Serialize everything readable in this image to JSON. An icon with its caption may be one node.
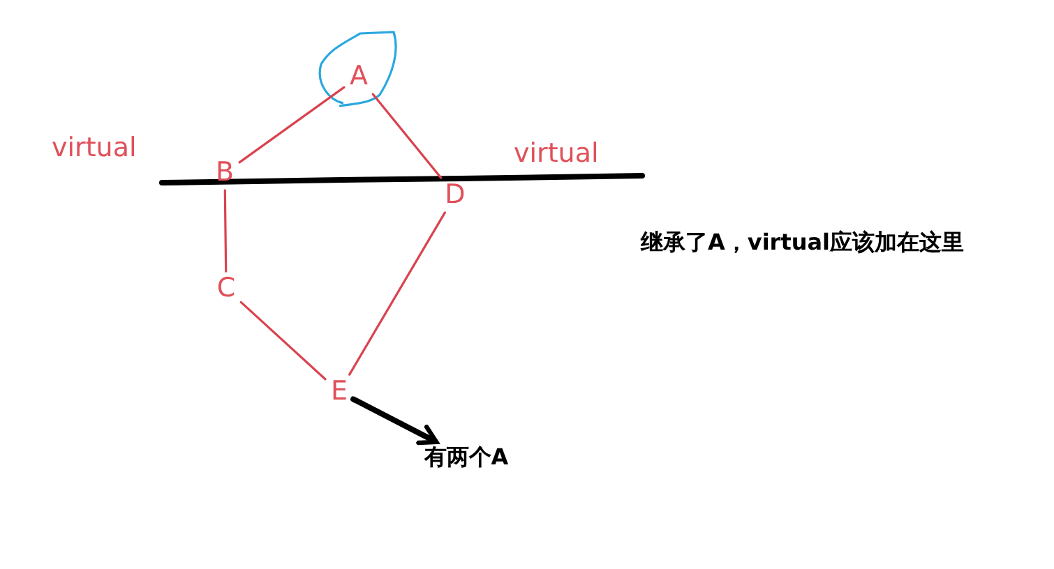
{
  "diagram": {
    "nodes": [
      {
        "text": [
          "A"
        ]
      },
      {
        "text": [
          "B"
        ]
      },
      {
        "text": [
          "C"
        ]
      },
      {
        "text": [
          "D"
        ]
      },
      {
        "text": [
          "E"
        ]
      },
      {
        "text": [
          "有两个A"
        ]
      }
    ],
    "edges": [
      {
        "from": 0,
        "to": 1,
        "arrow": "none"
      },
      {
        "from": 0,
        "to": 3,
        "arrow": "none"
      },
      {
        "from": 1,
        "to": 2,
        "arrow": "none"
      },
      {
        "from": 2,
        "to": 4,
        "arrow": "none"
      },
      {
        "from": 3,
        "to": 4,
        "arrow": "none"
      },
      {
        "from": 4,
        "to": 5,
        "arrow": "to",
        "style": "thick",
        "color": "#000000"
      }
    ],
    "labels": [
      "virtual",
      "virtual",
      "继承了A，virtual应该加在这里"
    ]
  }
}
